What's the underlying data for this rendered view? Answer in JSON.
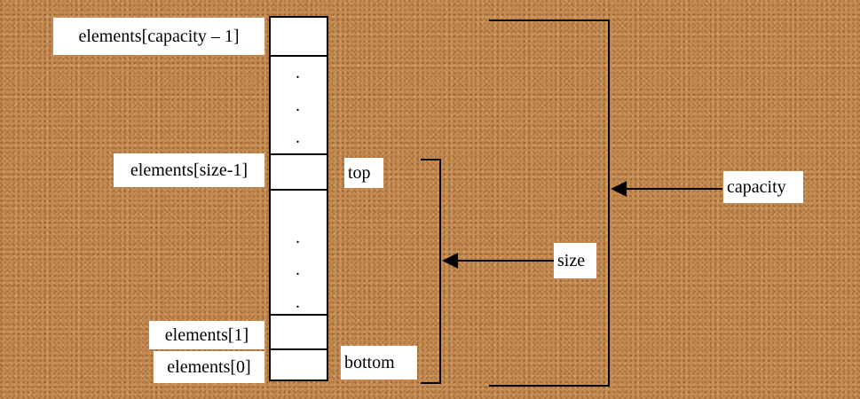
{
  "diagram": {
    "labels": {
      "capacity_minus_one": "elements[capacity – 1]",
      "size_minus_one": "elements[size-1]",
      "element_one": "elements[1]",
      "element_zero": "elements[0]",
      "top": "top",
      "bottom": "bottom",
      "size": "size",
      "capacity": "capacity"
    },
    "ellipsis_dot": ".",
    "colors": {
      "background": "#c48a50",
      "array_fill": "#ffffff",
      "label_fill": "#ffffff",
      "stroke": "#000000"
    }
  }
}
